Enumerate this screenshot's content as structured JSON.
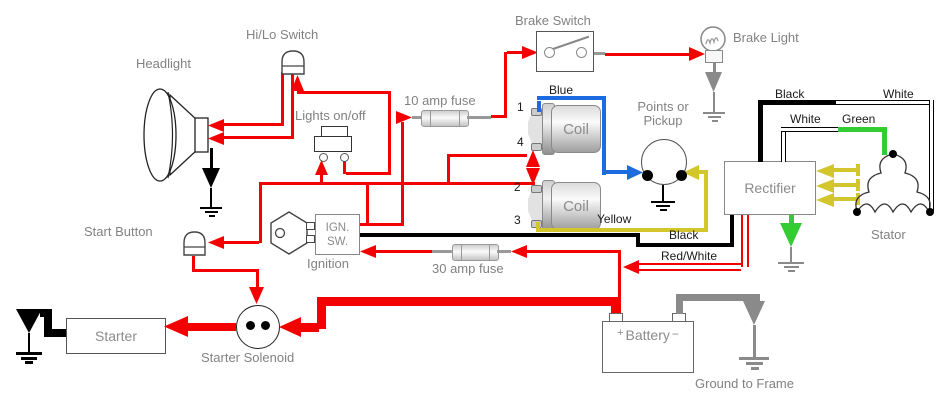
{
  "palette": {
    "red": "#f40000",
    "black": "#000000",
    "gray_wire": "#8a8a8a",
    "gray_text": "#828282",
    "blue": "#1c6be0",
    "yellow": "#d2c62c",
    "green": "#33cc33"
  },
  "labels": {
    "headlight": "Headlight",
    "hilo": "Hi/Lo Switch",
    "lights": "Lights on/off",
    "brake_switch": "Brake Switch",
    "brake_light": "Brake Light",
    "fuse10": "10 amp fuse",
    "fuse30": "30 amp fuse",
    "points1": "Points or",
    "points2": "Pickup",
    "rectifier": "Rectifier",
    "stator": "Stator",
    "ign1": "IGN.",
    "ign2": "SW.",
    "ignition": "Ignition",
    "start_button": "Start Button",
    "starter": "Starter",
    "solenoid": "Starter Solenoid",
    "battery_plus": "+",
    "battery": "Battery",
    "battery_minus": "−",
    "ground_frame": "Ground to Frame",
    "coil": "Coil"
  },
  "wire_labels": {
    "blue": "Blue",
    "yellow": "Yellow",
    "black_ign": "Black",
    "red_white": "Red/White",
    "black_stator": "Black",
    "white_stator": "White",
    "white_rect": "White",
    "green": "Green"
  },
  "coil_terminals": {
    "c1_top": "1",
    "c1_bottom": "4",
    "c2_top": "2",
    "c2_bottom": "3"
  }
}
